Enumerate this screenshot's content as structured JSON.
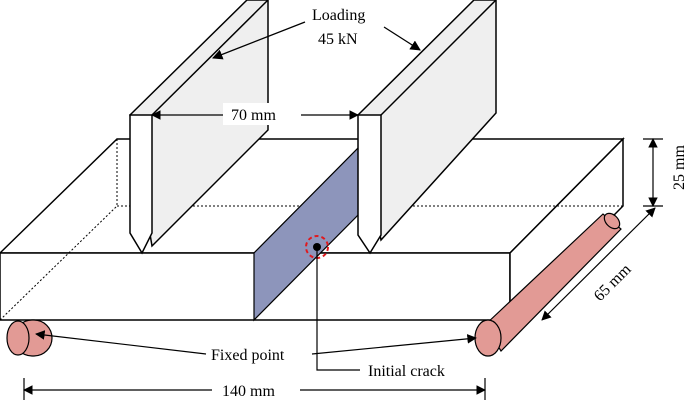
{
  "labels": {
    "loading_line1": "Loading",
    "loading_line2": "45 kN",
    "gap": "70 mm",
    "thickness": "25 mm",
    "width": "65 mm",
    "length": "140 mm",
    "fixed_point": "Fixed point",
    "initial_crack": "Initial crack"
  },
  "colors": {
    "crack_plane": "#8d95bb",
    "support_rod": "#e29a95",
    "crack_marker": "#e0191e",
    "loader_fill": "#efefef"
  }
}
